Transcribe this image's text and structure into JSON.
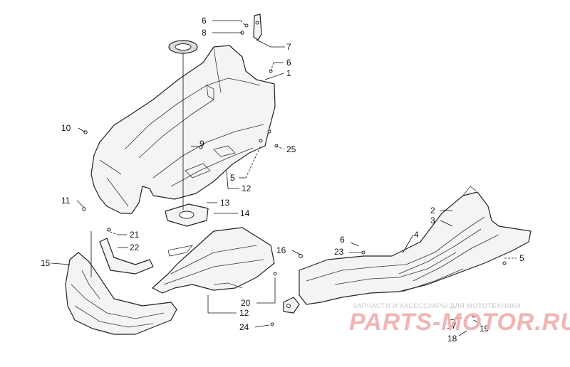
{
  "diagram": {
    "callouts": [
      "6",
      "8",
      "7",
      "6",
      "1",
      "10",
      "9",
      "25",
      "5",
      "12",
      "11",
      "13",
      "14",
      "2",
      "3",
      "4",
      "21",
      "22",
      "16",
      "6",
      "23",
      "5",
      "15",
      "20",
      "12",
      "17",
      "19",
      "24",
      "18"
    ]
  },
  "watermark": {
    "tagline": "ЗАПЧАСТИ И АКСЕССУАРЫ ДЛЯ МОТОТЕХНИКИ",
    "site": "PARTS-MOTOR.RU"
  }
}
